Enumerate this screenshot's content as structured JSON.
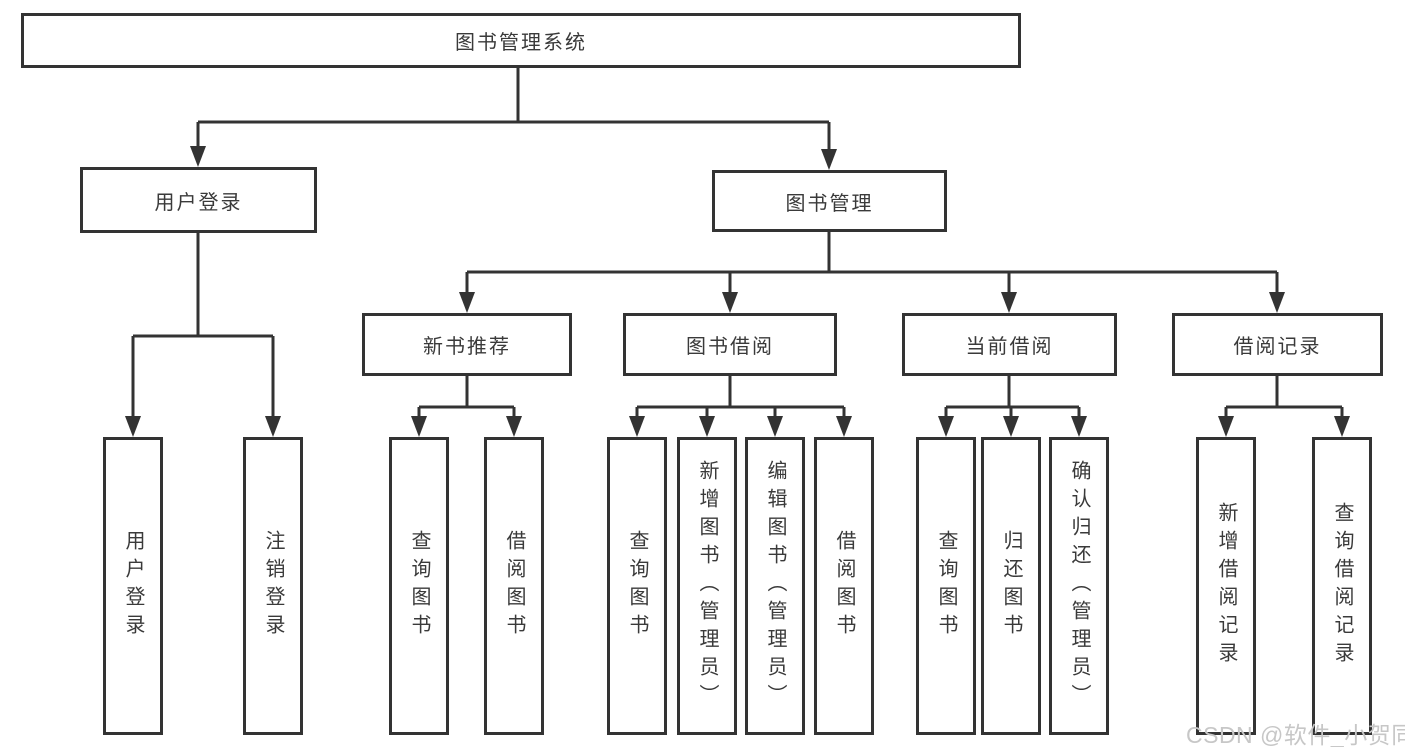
{
  "colors": {
    "line": "#333333",
    "box_border": "#333333",
    "text": "#3a3a3a",
    "background": "#ffffff",
    "watermark": "#c7c7c7"
  },
  "watermark": "CSDN @软件_小贺同学",
  "tree": {
    "root": "图书管理系统",
    "branches": [
      {
        "label": "用户登录",
        "children": [
          "用户登录",
          "注销登录"
        ]
      },
      {
        "label": "图书管理",
        "groups": [
          {
            "label": "新书推荐",
            "children": [
              "查询图书",
              "借阅图书"
            ]
          },
          {
            "label": "图书借阅",
            "children": [
              "查询图书",
              "新增图书（管理员）",
              "编辑图书（管理员）",
              "借阅图书"
            ]
          },
          {
            "label": "当前借阅",
            "children": [
              "查询图书",
              "归还图书",
              "确认归还（管理员）"
            ]
          },
          {
            "label": "借阅记录",
            "children": [
              "新增借阅记录",
              "查询借阅记录"
            ]
          }
        ]
      }
    ]
  }
}
